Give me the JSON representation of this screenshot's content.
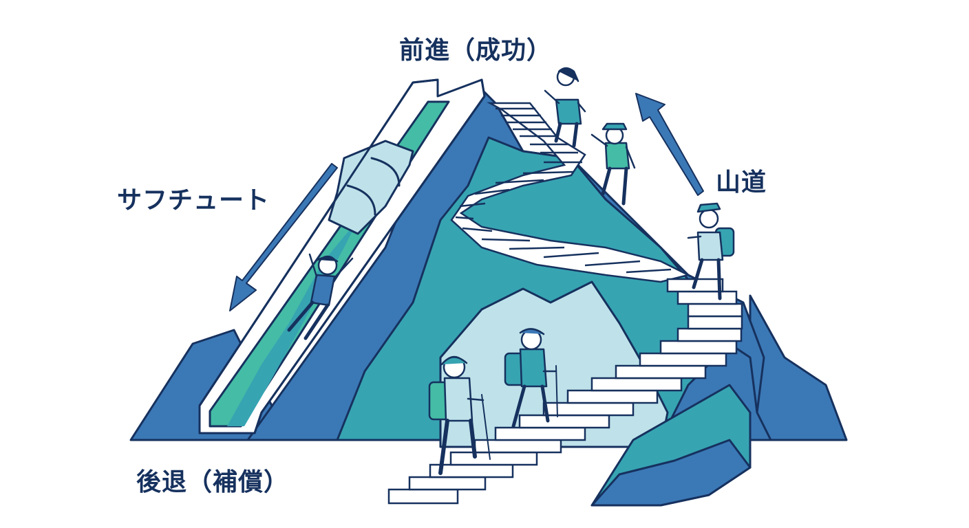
{
  "labels": {
    "top": "前進（成功）",
    "left": "サフチュート",
    "right": "山道",
    "bottom": "後退（補償）"
  },
  "colors": {
    "navy": "#16315e",
    "blue": "#3b78b6",
    "teal": "#37a4b2",
    "green": "#45bca6",
    "pale": "#bfe2ea",
    "white": "#ffffff"
  },
  "icons": {
    "down_arrow": "arrow-down-left-icon",
    "up_arrow": "arrow-up-left-icon"
  }
}
